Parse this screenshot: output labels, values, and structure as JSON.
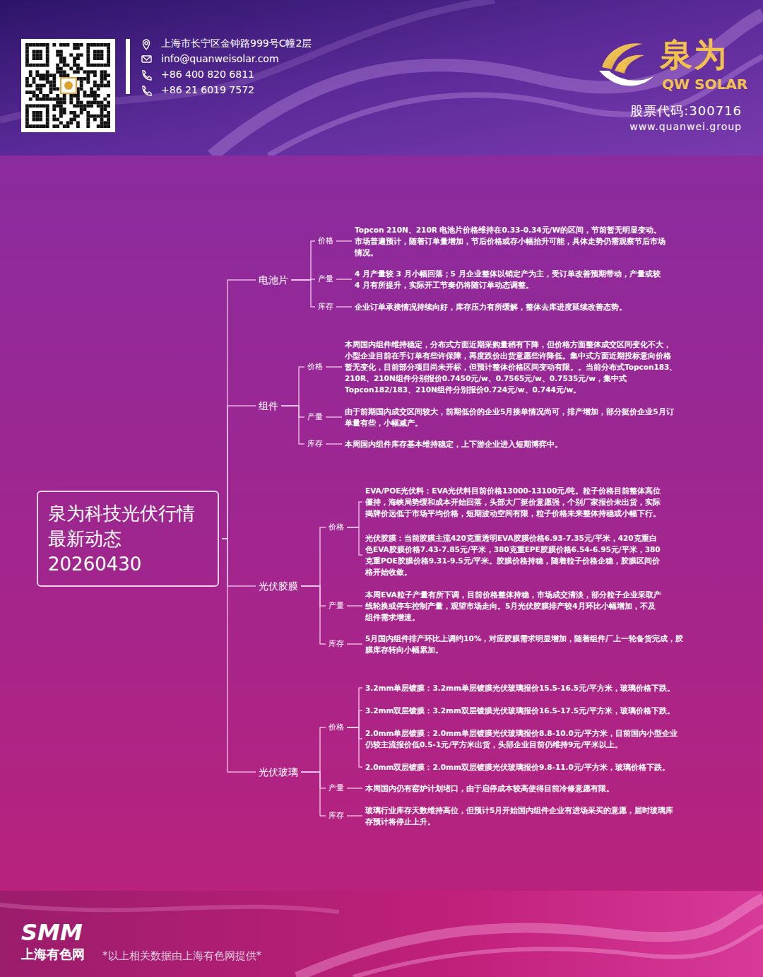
{
  "diagram": {
    "nodes": [
      {
        "text": [
          "泉为科技光伏行情 最新动态20260430"
        ]
      },
      {
        "text": [
          "电池片"
        ]
      },
      {
        "text": [
          "价格"
        ]
      },
      {
        "text": [
          "Topcon 210N、210R 电池片价格维持在0.33-0.34元/W的区间，节前暂无明显变动。市场普遍预计，随着订单量增加，节后价格或存小幅抬升可能，具体走势仍需观察节后市场情况。"
        ]
      },
      {
        "text": [
          "产量"
        ]
      },
      {
        "text": [
          "4 月产量较 3 月小幅回落；5 月企业整体以销定产为主，受订单改善预期带动，产量或较 4 月有所提升，实际开工节奏仍将随订单动态调整。"
        ]
      },
      {
        "text": [
          "库存"
        ]
      },
      {
        "text": [
          "企业订单承接情况持续向好，库存压力有所缓解，整体去库进度延续改善态势。"
        ]
      },
      {
        "text": [
          "组件"
        ]
      },
      {
        "text": [
          "价格"
        ]
      },
      {
        "text": [
          "本周国内组件维持稳定，分布式方面近期采购量稍有下降，但价格方面整体成交区间变化不大，小型企业目前在手订单有些许保障，再度跌价出货意愿些许降低。集中式方面近期投标意向价格暂无变化，目前部分项目尚未开标，但预计整体价格区间变动有限。。当前分布式Topcon183、210R、210N组件分别报价0.7450元/w、0.7565元/w、0.7535元/w，集中式Topcon182/183、210N组件分别报价0.724元/w、0.744元/w。"
        ]
      },
      {
        "text": [
          "产量"
        ]
      },
      {
        "text": [
          "由于前期国内成交区间较大，前期低价的企业5月接单情况尚可，排产增加，部分挺价企业5月订单量有些，小幅减产。"
        ]
      },
      {
        "text": [
          "库存"
        ]
      },
      {
        "text": [
          "本周国内组件库存基本维持稳定，上下游企业进入短期博弈中。"
        ]
      },
      {
        "text": [
          "光伏胶膜"
        ]
      },
      {
        "text": [
          "价格"
        ]
      },
      {
        "text": [
          "EVA/POE光伏料：EVA光伏料目前价格13000-13100元/吨。粒子价格目前整体高位僵持，海峡局势缓和成本开始回落，头部大厂挺价意愿强，个别厂家报价未出货，实际揭牌价远低于市场平均价格，短期波动空间有限，粒子价格未来整体持稳或小幅下行。"
        ]
      },
      {
        "text": [
          "光伏胶膜：当前胶膜主流420克重透明EVA胶膜价格6.93-7.35元/平米，420克重白色EVA胶膜价格7.43-7.85元/平米，380克重EPE胶膜价格6.54-6.95元/平米，380克重POE胶膜价格9.31-9.5元/平米。胶膜价格持稳，随着粒子价格企稳，胶膜区间价格开始收敛。"
        ]
      },
      {
        "text": [
          "产量"
        ]
      },
      {
        "text": [
          "本周EVA粒子产量有所下调，目前价格整体持稳，市场成交清淡，部分粒子企业采取产线轮换或停车控制产量，观望市场走向。5月光伏胶膜排产较4月环比小幅增加，不及组件需求增速。"
        ]
      },
      {
        "text": [
          "库存"
        ]
      },
      {
        "text": [
          "5月国内组件排产环比上调约10%，对应胶膜需求明显增加，随着组件厂上一轮备货完成，胶膜库存转向小幅累加。"
        ]
      },
      {
        "text": [
          "光伏玻璃"
        ]
      },
      {
        "text": [
          "价格"
        ]
      },
      {
        "text": [
          "3.2mm单层镀膜：3.2mm单层镀膜光伏玻璃报价15.5-16.5元/平方米，玻璃价格下跌。"
        ]
      },
      {
        "text": [
          "3.2mm双层镀膜：3.2mm双层镀膜光伏玻璃报价16.5-17.5元/平方米，玻璃价格下跌。"
        ]
      },
      {
        "text": [
          "2.0mm单层镀膜：2.0mm单层镀膜光伏玻璃报价8.8-10.0元/平方米，目前国内小型企业仍较主流报价低0.5-1元/平方米出货，头部企业目前仍维持9元/平米以上。"
        ]
      },
      {
        "text": [
          "2.0mm双层镀膜：2.0mm双层镀膜光伏玻璃报价9.8-11.0元/平方米，玻璃价格下跌。"
        ]
      },
      {
        "text": [
          "产量"
        ]
      },
      {
        "text": [
          "本周国内仍有窑炉计划堵口，由于启停成本较高使得目前冷修意愿有限。"
        ]
      },
      {
        "text": [
          "库存"
        ]
      },
      {
        "text": [
          "玻璃行业库存天数维持高位，但预计5月开始国内组件企业有进场采买的意愿，届时玻璃库存预计将停止上升。"
        ]
      }
    ],
    "edges": [
      {
        "from": 0,
        "to": 1,
        "arrow": "none"
      },
      {
        "from": 0,
        "to": 8,
        "arrow": "none"
      },
      {
        "from": 0,
        "to": 15,
        "arrow": "none"
      },
      {
        "from": 0,
        "to": 23,
        "arrow": "none"
      },
      {
        "from": 1,
        "to": 2,
        "arrow": "none"
      },
      {
        "from": 1,
        "to": 4,
        "arrow": "none"
      },
      {
        "from": 1,
        "to": 6,
        "arrow": "none"
      },
      {
        "from": 2,
        "to": 3,
        "arrow": "none"
      },
      {
        "from": 4,
        "to": 5,
        "arrow": "none"
      },
      {
        "from": 6,
        "to": 7,
        "arrow": "none"
      },
      {
        "from": 8,
        "to": 9,
        "arrow": "none"
      },
      {
        "from": 8,
        "to": 11,
        "arrow": "none"
      },
      {
        "from": 8,
        "to": 13,
        "arrow": "none"
      },
      {
        "from": 9,
        "to": 10,
        "arrow": "none"
      },
      {
        "from": 11,
        "to": 12,
        "arrow": "none"
      },
      {
        "from": 13,
        "to": 14,
        "arrow": "none"
      },
      {
        "from": 15,
        "to": 16,
        "arrow": "none"
      },
      {
        "from": 15,
        "to": 19,
        "arrow": "none"
      },
      {
        "from": 15,
        "to": 21,
        "arrow": "none"
      },
      {
        "from": 16,
        "to": 17,
        "arrow": "none"
      },
      {
        "from": 16,
        "to": 18,
        "arrow": "none"
      },
      {
        "from": 19,
        "to": 20,
        "arrow": "none"
      },
      {
        "from": 21,
        "to": 22,
        "arrow": "none"
      },
      {
        "from": 23,
        "to": 24,
        "arrow": "none"
      },
      {
        "from": 23,
        "to": 29,
        "arrow": "none"
      },
      {
        "from": 23,
        "to": 31,
        "arrow": "none"
      },
      {
        "from": 24,
        "to": 25,
        "arrow": "none"
      },
      {
        "from": 24,
        "to": 26,
        "arrow": "none"
      },
      {
        "from": 24,
        "to": 27,
        "arrow": "none"
      },
      {
        "from": 24,
        "to": 28,
        "arrow": "none"
      },
      {
        "from": 29,
        "to": 30,
        "arrow": "none"
      },
      {
        "from": 31,
        "to": 32,
        "arrow": "none"
      }
    ],
    "labels": [
      "上海市长宁区金钟路999号C幢2层",
      "info@quanweisolar.com",
      "+86 400 820 6811",
      "+86 21 6019 7572",
      "泉为",
      "QW SOLAR",
      "股票代码:300716",
      "www.quanwei.group",
      "SMM",
      "上海有色网",
      "*以上相关数据由上海有色网提供*"
    ]
  }
}
